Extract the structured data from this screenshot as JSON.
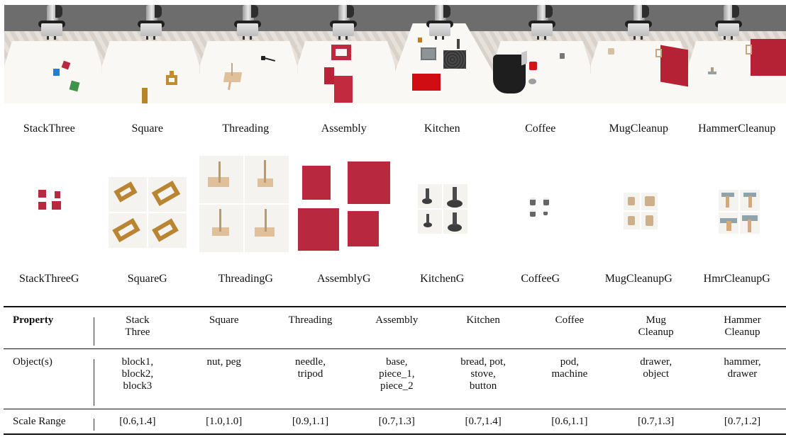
{
  "scenes": [
    {
      "name": "StackThree"
    },
    {
      "name": "Square"
    },
    {
      "name": "Threading"
    },
    {
      "name": "Assembly"
    },
    {
      "name": "Kitchen"
    },
    {
      "name": "Coffee"
    },
    {
      "name": "MugCleanup"
    },
    {
      "name": "HammerCleanup"
    }
  ],
  "variants": [
    {
      "name": "StackThreeG"
    },
    {
      "name": "SquareG"
    },
    {
      "name": "ThreadingG"
    },
    {
      "name": "AssemblyG"
    },
    {
      "name": "KitchenG"
    },
    {
      "name": "CoffeeG"
    },
    {
      "name": "MugCleanupG"
    },
    {
      "name": "HmrCleanupG"
    }
  ],
  "colors": {
    "wall": "#6d6d6d",
    "table": "#f9f8f4",
    "red_object": "#b8283e",
    "wood": "#b7862e",
    "tripod": "#d9b88e",
    "dark_metal": "#3a3a3a",
    "drawer_red": "#b52236"
  },
  "table": {
    "header": {
      "property": "Property",
      "columns": [
        "Stack\nThree",
        "Square",
        "Threading",
        "Assembly",
        "Kitchen",
        "Coffee",
        "Mug\nCleanup",
        "Hammer\nCleanup"
      ]
    },
    "rows": [
      {
        "property": "Object(s)",
        "values": [
          "block1,\nblock2,\nblock3",
          "nut, peg",
          "needle,\ntripod",
          "base,\npiece_1,\npiece_2",
          "bread, pot,\nstove,\nbutton",
          "pod,\nmachine",
          "drawer,\nobject",
          "hammer,\ndrawer"
        ]
      },
      {
        "property": "Scale Range",
        "values": [
          "[0.6,1.4]",
          "[1.0,1.0]",
          "[0.9,1.1]",
          "[0.7,1.3]",
          "[0.7,1.4]",
          "[0.6,1.1]",
          "[0.7,1.3]",
          "[0.7,1.2]"
        ]
      }
    ]
  }
}
